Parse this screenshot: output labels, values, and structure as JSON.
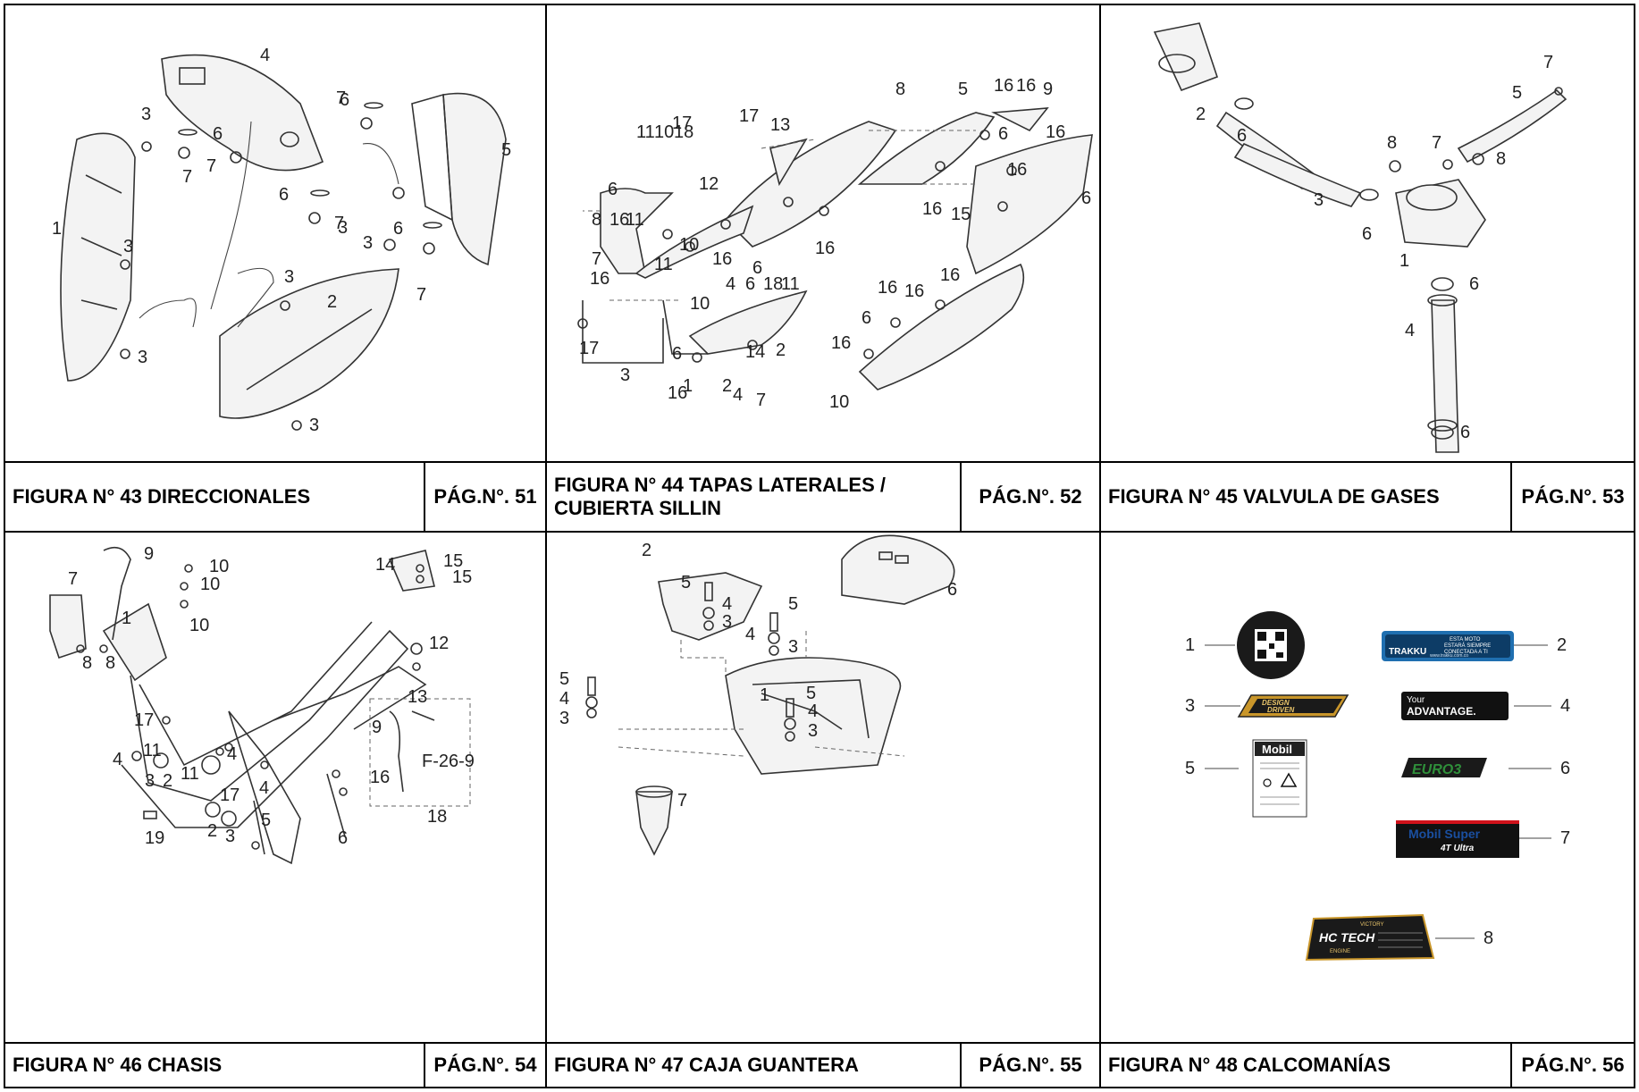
{
  "figures": [
    {
      "id": "43",
      "caption": "FIGURA N° 43 DIRECCIONALES",
      "page": "PÁG.N°. 51",
      "callouts": [
        "4",
        "3",
        "6",
        "7",
        "7",
        "5",
        "1",
        "3",
        "6",
        "7",
        "7",
        "3",
        "6",
        "3",
        "7",
        "3",
        "2",
        "3",
        "3",
        "6"
      ]
    },
    {
      "id": "44",
      "caption_line1": "FIGURA N° 44 TAPAS LATERALES /",
      "caption_line2": "CUBIERTA SILLIN",
      "page": "PÁG.N°. 52",
      "callouts": [
        "17",
        "13",
        "8",
        "5",
        "16",
        "16",
        "9",
        "17",
        "11",
        "10",
        "18",
        "12",
        "6",
        "6",
        "16",
        "16",
        "8",
        "16",
        "11",
        "10",
        "7",
        "6",
        "16",
        "15",
        "16",
        "16",
        "16",
        "6",
        "4",
        "6",
        "18",
        "11",
        "10",
        "16",
        "6",
        "16",
        "16",
        "16",
        "17",
        "14",
        "2",
        "6",
        "3",
        "16",
        "1",
        "2",
        "4",
        "7",
        "10",
        "11",
        "17",
        "16"
      ]
    },
    {
      "id": "45",
      "caption": "FIGURA N° 45 VALVULA DE GASES",
      "page": "PÁG.N°. 53",
      "callouts": [
        "2",
        "6",
        "7",
        "5",
        "8",
        "7",
        "8",
        "3",
        "6",
        "1",
        "6",
        "4",
        "6"
      ]
    },
    {
      "id": "46",
      "caption": "FIGURA N° 46 CHASIS",
      "page": "PÁG.N°. 54",
      "callouts": [
        "9",
        "10",
        "10",
        "10",
        "7",
        "1",
        "14",
        "15",
        "15",
        "12",
        "13",
        "8",
        "8",
        "17",
        "11",
        "4",
        "3",
        "2",
        "11",
        "17",
        "4",
        "4",
        "9",
        "F-26-9",
        "16",
        "18",
        "2",
        "3",
        "5",
        "6",
        "19"
      ]
    },
    {
      "id": "47",
      "caption": "FIGURA N° 47 CAJA GUANTERA",
      "page": "PÁG.N°. 55",
      "callouts": [
        "2",
        "6",
        "5",
        "4",
        "3",
        "5",
        "4",
        "3",
        "5",
        "4",
        "3",
        "1",
        "5",
        "4",
        "3",
        "7"
      ]
    },
    {
      "id": "48",
      "caption": "FIGURA N° 48 CALCOMANÍAS",
      "page": "PÁG.N°. 56",
      "callouts": [
        "1",
        "2",
        "3",
        "4",
        "5",
        "6",
        "7",
        "8"
      ],
      "decals": {
        "d2_brand": "TRAKKU",
        "d2_line1": "ESTA MOTO",
        "d2_line2": "ESTARÁ SIEMPRE",
        "d2_line3": "CONECTADA A TI",
        "d2_url": "www.trakku.com.co",
        "d3_line1": "DESIGN",
        "d3_line2": "DRIVEN",
        "d4_line1": "Your",
        "d4_line2": "ADVANTAGE.",
        "d5_brand": "Mobil",
        "d6_text": "EURO3",
        "d7_brand": "Mobil Super",
        "d7_sub": "4T Ultra",
        "d8_brand": "VICTORY",
        "d8_title": "HC TECH",
        "d8_sub": "ENGINE"
      }
    }
  ],
  "colors": {
    "border": "#000000",
    "line": "#333333",
    "decal_dark": "#1a1a1a",
    "trakku_blue": "#1f6fb0",
    "euro_green": "#2f8f3a",
    "mobil_red": "#d0121b",
    "mobil_blue": "#1a4fa0",
    "gold": "#c9962a"
  }
}
